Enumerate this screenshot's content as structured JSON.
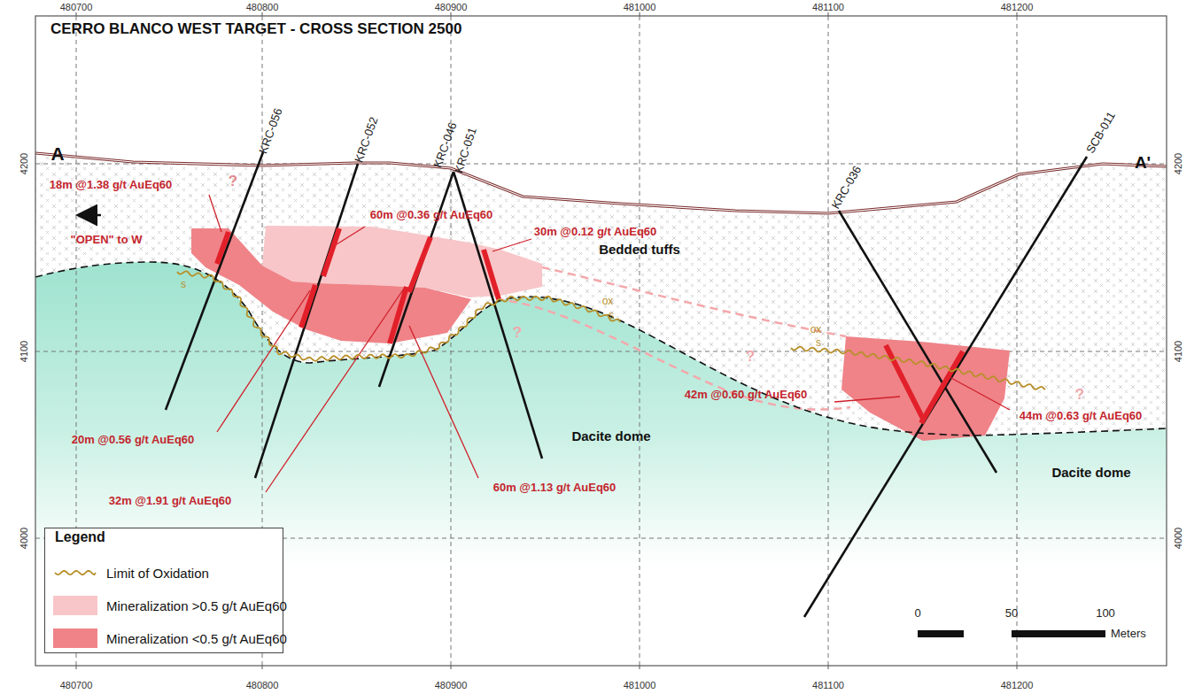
{
  "diagram": {
    "title": "CERRO BLANCO WEST TARGET - CROSS SECTION 2500",
    "labels": [
      "480700",
      "480800",
      "480900",
      "481000",
      "481100",
      "481200",
      "480700",
      "480800",
      "480900",
      "481000",
      "481100",
      "481200",
      "4200",
      "4100",
      "4000",
      "4200",
      "4100",
      "4000",
      "A",
      "A'",
      "KRC-056",
      "KRC-052",
      "KRC-046",
      "KRC-051",
      "KRC-036",
      "SCB-011",
      "18m @1.38 g/t AuEq60",
      "\"OPEN\" to W",
      "60m @0.36 g/t AuEq60",
      "30m @0.12 g/t AuEq60",
      "Bedded tuffs",
      "20m @0.56 g/t AuEq60",
      "32m @1.91 g/t AuEq60",
      "60m @1.13 g/t AuEq60",
      "42m @0.60 g/t AuEq60",
      "44m @0.63 g/t AuEq60",
      "Dacite dome",
      "Dacite dome",
      "?",
      "?",
      "?",
      "?",
      "s",
      "ox",
      "s",
      "ox",
      "s",
      "Legend",
      "0",
      "50",
      "100",
      "Meters"
    ],
    "legend": [
      {
        "text": "Limit of Oxidation"
      },
      {
        "text": "Mineralization >0.5 g/t AuEq60",
        "color": "#f8c6c8"
      },
      {
        "text": "Mineralization <0.5 g/t AuEq60",
        "color": "#ef8388"
      }
    ]
  }
}
